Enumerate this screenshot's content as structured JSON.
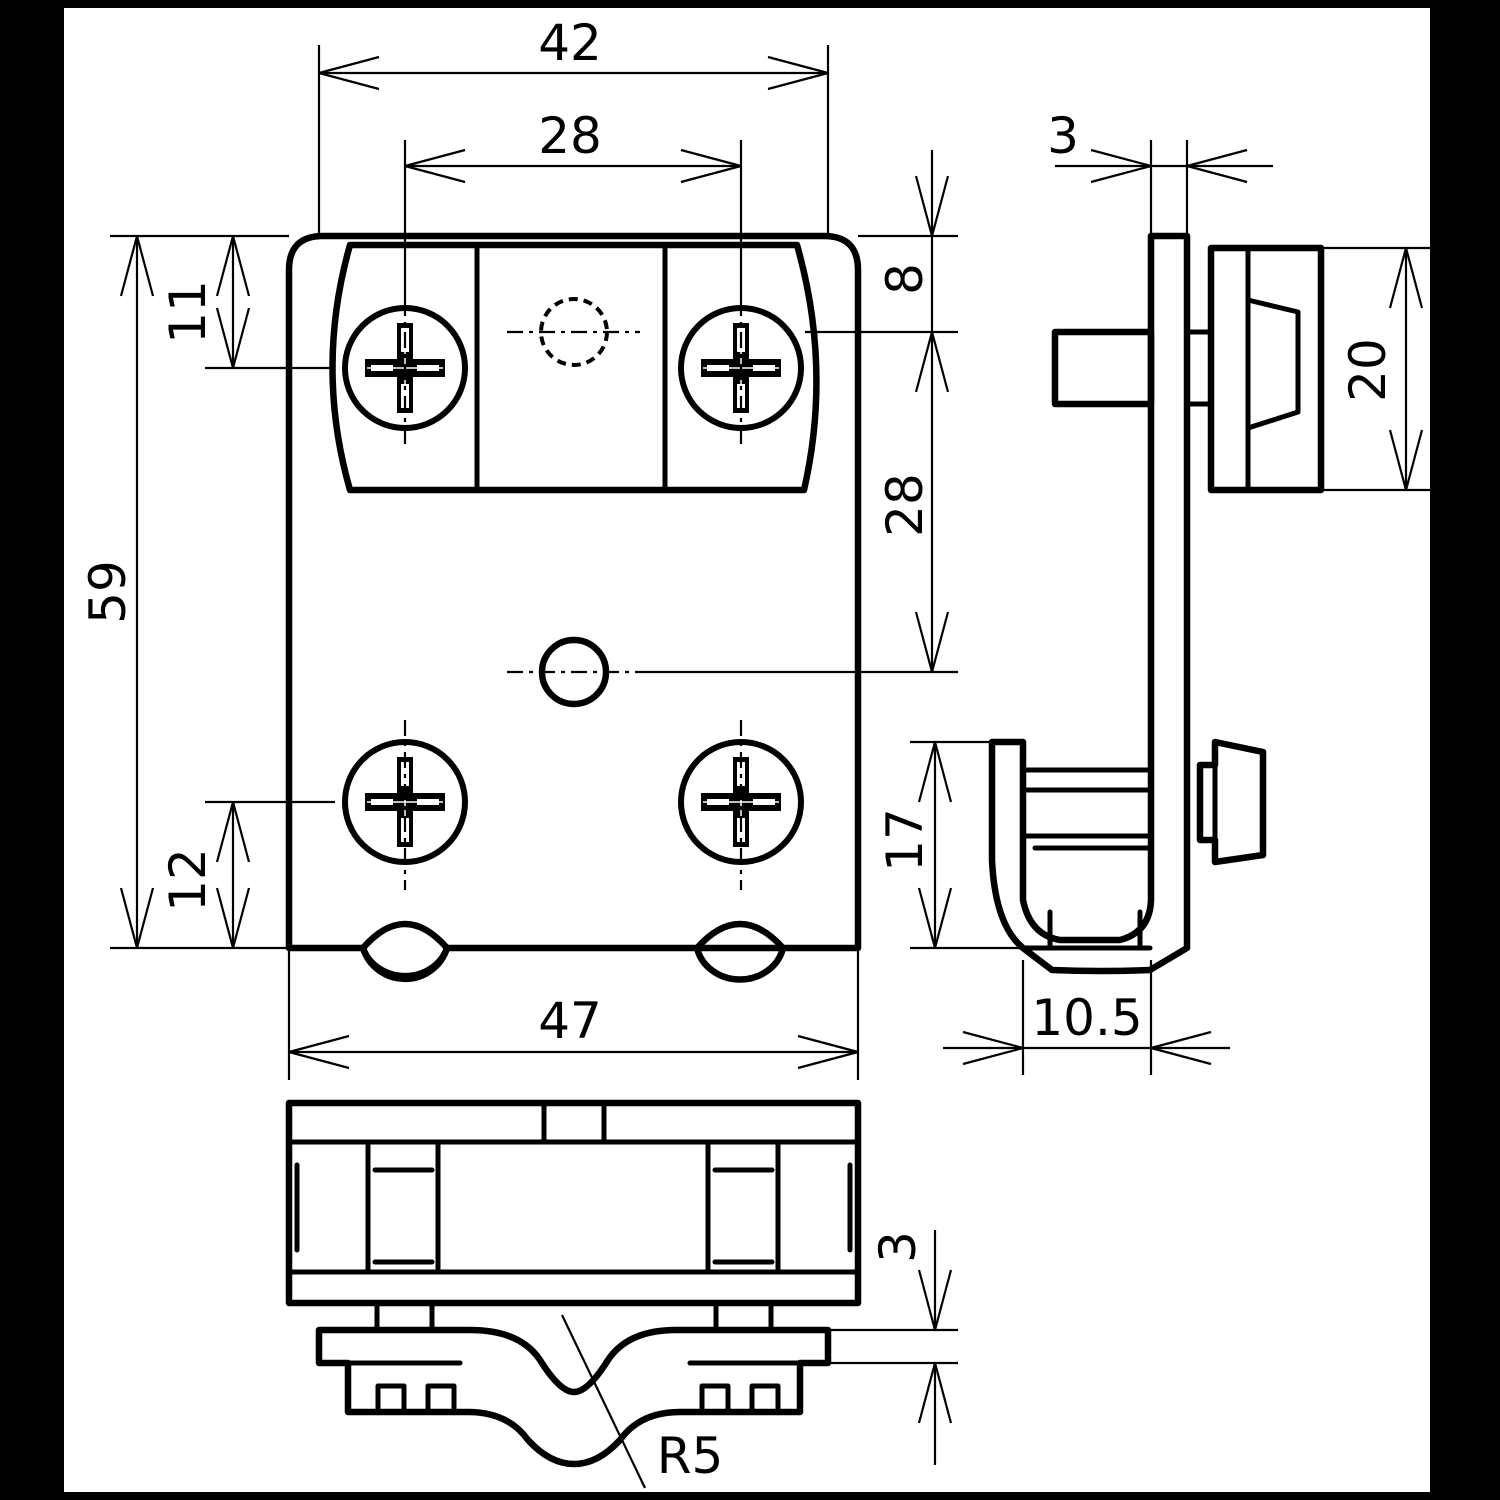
{
  "dimensions": {
    "top_width": "42",
    "screw_spacing": "28",
    "plate_thickness": "3",
    "clamp_height": "20",
    "top_offset": "11",
    "top_to_screw": "8",
    "screw_to_hole": "28",
    "total_height": "59",
    "bottom_offset": "12",
    "hook_height": "17",
    "bottom_width": "47",
    "hook_width": "10.5",
    "lower_thickness": "3",
    "radius": "R5"
  },
  "colors": {
    "frame": "#000000",
    "paper": "#ffffff",
    "line": "#000000"
  }
}
